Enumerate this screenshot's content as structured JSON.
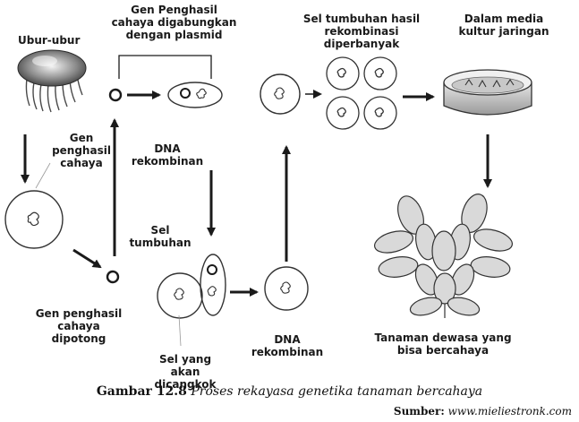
{
  "labels": {
    "jellyfish": "Ubur-ubur",
    "gene_combined": "Gen Penghasil cahaya digabungkan dengan plasmid",
    "cells_multiplied": "Sel tumbuhan hasil rekombinasi diperbanyak",
    "culture_medium": "Dalam media kultur jaringan",
    "light_gene": "Gen penghasil cahaya",
    "dna_recombinant_top": "DNA rekombinan",
    "plant_cell": "Sel tumbuhan",
    "gene_cut": "Gen penghasil cahaya dipotong",
    "cell_to_graft": "Sel yang akan dicangkok",
    "dna_recombinant_bottom": "DNA rekombinan",
    "adult_plant": "Tanaman dewasa yang bisa bercahaya"
  },
  "caption": {
    "number": "Gambar 12.8",
    "title": "Proses rekayasa genetika tanaman bercahaya"
  },
  "source": {
    "label": "Sumber:",
    "url": "www.mieliestronk.com"
  },
  "colors": {
    "ink": "#1a1a1a",
    "outline": "#333333",
    "leaf_fill": "#d9d9d9",
    "dish_fill": "#bfbfbf"
  }
}
